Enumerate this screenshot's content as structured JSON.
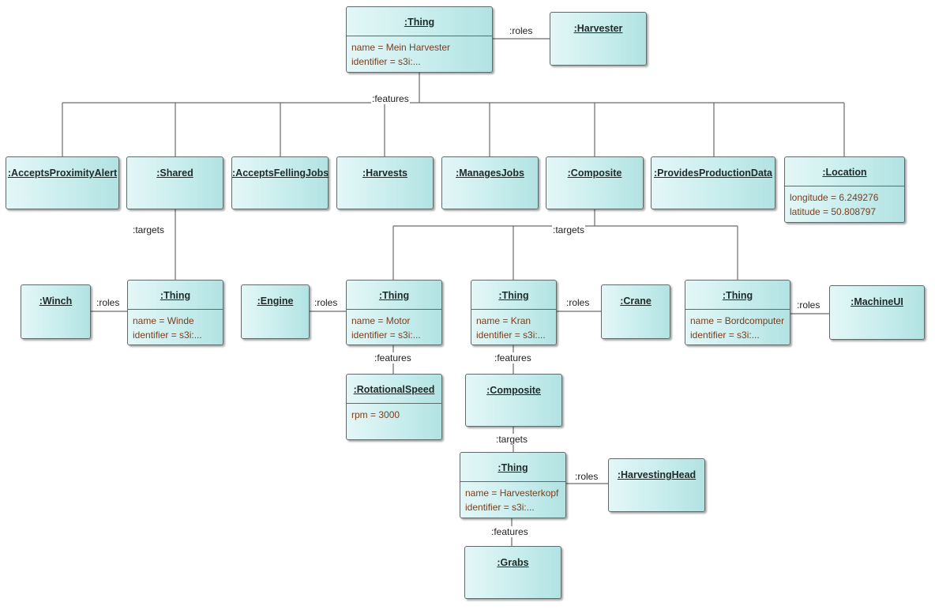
{
  "nodes": {
    "thing_root": {
      "title": ":Thing",
      "attrs": [
        "name = Mein Harvester",
        "identifier = s3i:..."
      ]
    },
    "harvester": {
      "title": ":Harvester"
    },
    "accepts_proximity_alert": {
      "title": ":AcceptsProximityAlert"
    },
    "shared": {
      "title": ":Shared"
    },
    "accepts_felling_jobs": {
      "title": ":AcceptsFellingJobs"
    },
    "harvests": {
      "title": ":Harvests"
    },
    "manages_jobs": {
      "title": ":ManagesJobs"
    },
    "composite_top": {
      "title": ":Composite"
    },
    "provides_production_data": {
      "title": ":ProvidesProductionData"
    },
    "location": {
      "title": ":Location",
      "attrs": [
        "longitude = 6.249276",
        "latitude = 50.808797"
      ]
    },
    "winch": {
      "title": ":Winch"
    },
    "thing_winde": {
      "title": ":Thing",
      "attrs": [
        "name = Winde",
        "identifier = s3i:..."
      ]
    },
    "engine": {
      "title": ":Engine"
    },
    "thing_motor": {
      "title": ":Thing",
      "attrs": [
        "name = Motor",
        "identifier = s3i:..."
      ]
    },
    "thing_kran": {
      "title": ":Thing",
      "attrs": [
        "name = Kran",
        "identifier = s3i:..."
      ]
    },
    "crane": {
      "title": ":Crane"
    },
    "thing_bordcomputer": {
      "title": ":Thing",
      "attrs": [
        "name = Bordcomputer",
        "identifier = s3i:..."
      ]
    },
    "machine_ui": {
      "title": ":MachineUI"
    },
    "rotational_speed": {
      "title": ":RotationalSpeed",
      "attrs": [
        "rpm = 3000"
      ]
    },
    "composite_kran": {
      "title": ":Composite"
    },
    "thing_harvesterkopf": {
      "title": ":Thing",
      "attrs": [
        "name = Harvesterkopf",
        "identifier = s3i:..."
      ]
    },
    "harvesting_head": {
      "title": ":HarvestingHead"
    },
    "grabs": {
      "title": ":Grabs"
    }
  },
  "edge_labels": {
    "roles_root": ":roles",
    "features_root": ":features",
    "targets_shared": ":targets",
    "targets_composite": ":targets",
    "roles_winch": ":roles",
    "roles_engine": ":roles",
    "roles_crane": ":roles",
    "roles_machineui": ":roles",
    "features_motor": ":features",
    "features_kran": ":features",
    "targets_kran_composite": ":targets",
    "roles_harvestinghead": ":roles",
    "features_harvesterkopf": ":features"
  },
  "colors": {
    "node_fill_light": "#e4f7f7",
    "node_fill_dark": "#b2e2e2",
    "border": "#5f6b6b",
    "attribute_text": "#7a3e1e",
    "connector": "#6b6b6b"
  }
}
